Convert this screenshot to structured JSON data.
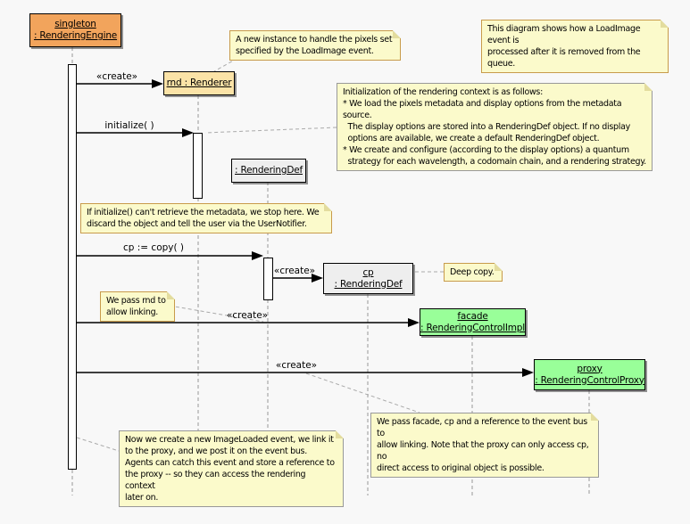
{
  "diagram_type": "uml-sequence-diagram",
  "colors": {
    "background": "#f8f8f8",
    "engine_box": "#f2a45c",
    "renderer_box": "#fbe3a7",
    "renderingdef_box": "#eeeeee",
    "control_box": "#99ff99",
    "note_fill": "#fbfacb",
    "note_border_tan": "#c89b4b",
    "note_border_gray": "#999999",
    "lifeline": "#999999"
  },
  "objects": {
    "singleton": {
      "name": "singleton",
      "type": ": RenderingEngine"
    },
    "rnd": {
      "label": "rnd : Renderer"
    },
    "rdef": {
      "label": ": RenderingDef"
    },
    "cp": {
      "name": "cp",
      "type": ": RenderingDef"
    },
    "facade": {
      "name": "facade",
      "type": ": RenderingControlImpl"
    },
    "proxy": {
      "name": "proxy",
      "type": ": RenderingControlProxy"
    }
  },
  "messages": {
    "create_rnd": "«create»",
    "initialize": "initialize( )",
    "copy": "cp := copy( )",
    "create_cp": "«create»",
    "create_facade": "«create»",
    "create_proxy": "«create»"
  },
  "notes": {
    "diagram_intro": "This diagram shows how a LoadImage event is\nprocessed after it is removed from the queue.",
    "new_instance": "A new instance to handle the pixels set\nspecified by the LoadImage event.",
    "initialization": "Initialization of the rendering context is as follows:\n* We load the pixels metadata and display options from the metadata source.\n  The display options are stored into a RenderingDef object. If no display\n  options are available, we create a default RenderingDef object.\n* We create and configure (according to the display options) a quantum\n  strategy for each wavelength, a codomain chain, and a rendering strategy.",
    "init_failure": "If initialize() can't retrieve the metadata, we stop here. We\ndiscard the object and tell the user via the UserNotifier.",
    "deep_copy": "Deep copy.",
    "pass_rnd": "We pass rnd to\nallow linking.",
    "image_loaded": "Now we create a new ImageLoaded event, we link it\nto the proxy, and we post it on the event bus.\nAgents can catch this event and store a reference to\nthe proxy -- so they can access the rendering context\nlater on.",
    "pass_facade": "We pass facade, cp and a reference to the event bus to\nallow linking. Note that the proxy can only access cp, no\ndirect access to original object is possible."
  }
}
